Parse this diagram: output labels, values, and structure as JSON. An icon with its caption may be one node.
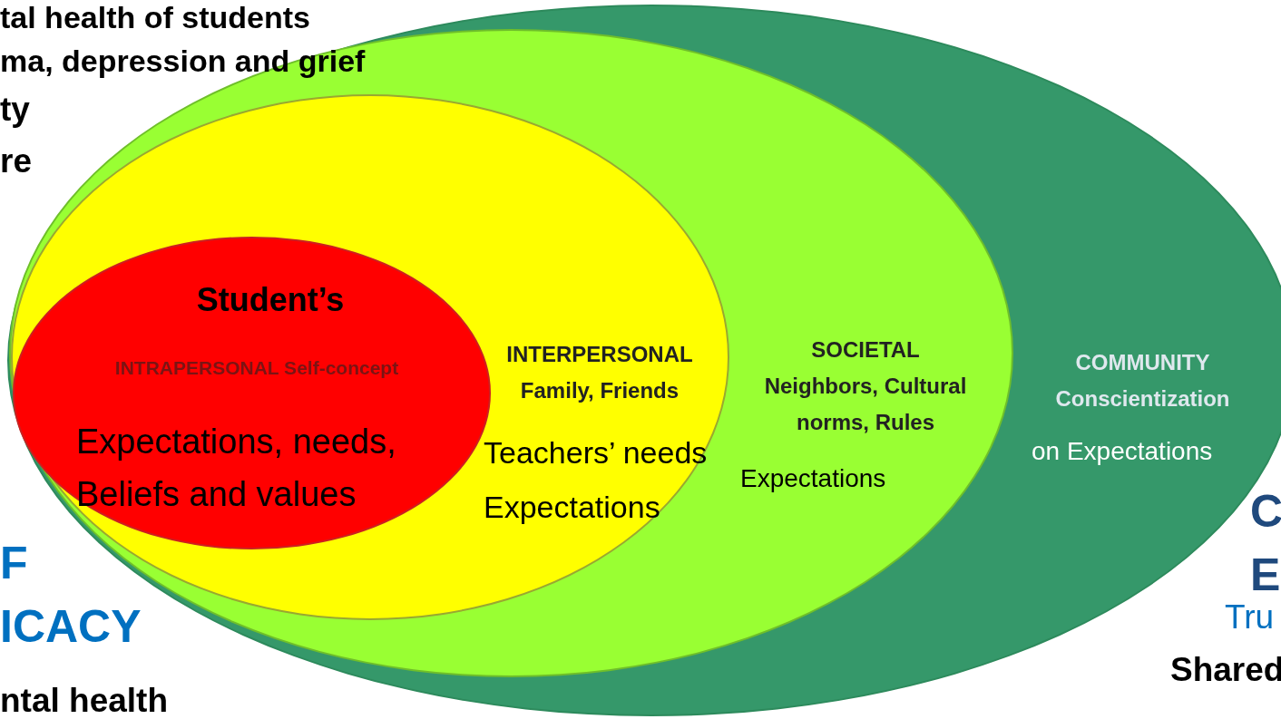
{
  "diagram": {
    "nodes": [
      {
        "text": [
          "COMMUNITY Conscientization",
          "on Expectations"
        ]
      },
      {
        "text": [
          "SOCIETAL Neighbors, Cultural norms, Rules",
          "Expectations"
        ],
        "in": 0
      },
      {
        "text": [
          "INTERPERSONAL Family, Friends",
          "Teachers’ needs Expectations"
        ],
        "in": 1
      },
      {
        "text": [
          "Student’s",
          "INTRAPERSONAL Self-concept",
          "Expectations, needs, Beliefs and values"
        ],
        "in": 2
      }
    ],
    "labels": [
      "tal health of students",
      "ma, depression and grief",
      "ty",
      "re",
      "F",
      "ICACY",
      "ntal health",
      "C",
      "E",
      "Tru",
      "Shared"
    ]
  }
}
